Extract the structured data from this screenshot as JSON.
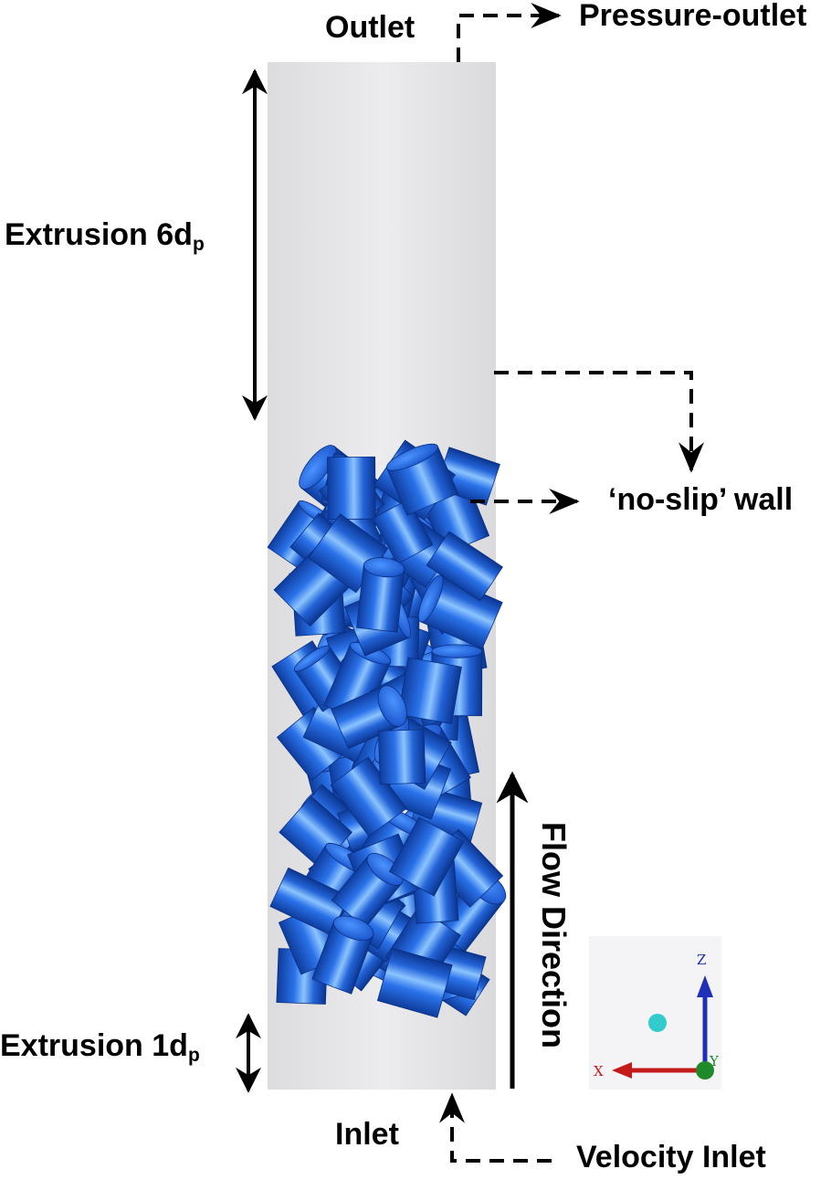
{
  "labels": {
    "outlet": "Outlet",
    "pressure_outlet": "Pressure-outlet",
    "extrusion_top": {
      "text": "Extrusion 6d",
      "sub": "p"
    },
    "no_slip_wall": "‘no-slip’ wall",
    "flow_direction": "Flow Direction",
    "extrusion_bottom": {
      "text": "Extrusion 1d",
      "sub": "p"
    },
    "inlet": "Inlet",
    "velocity_inlet": "Velocity Inlet"
  },
  "triad": {
    "x": "X",
    "y": "Y",
    "z": "Z"
  },
  "colors": {
    "column": "#e6e6e8",
    "particle": "#1f5fdc",
    "particle_dark": "#0e3c9c",
    "particle_highlight": "#7fb8ff",
    "arrow": "#000000",
    "axis_x": "#c41a1a",
    "axis_y": "#1e8a2a",
    "axis_z": "#1f2fb8",
    "axis_marker": "#33cccc"
  }
}
